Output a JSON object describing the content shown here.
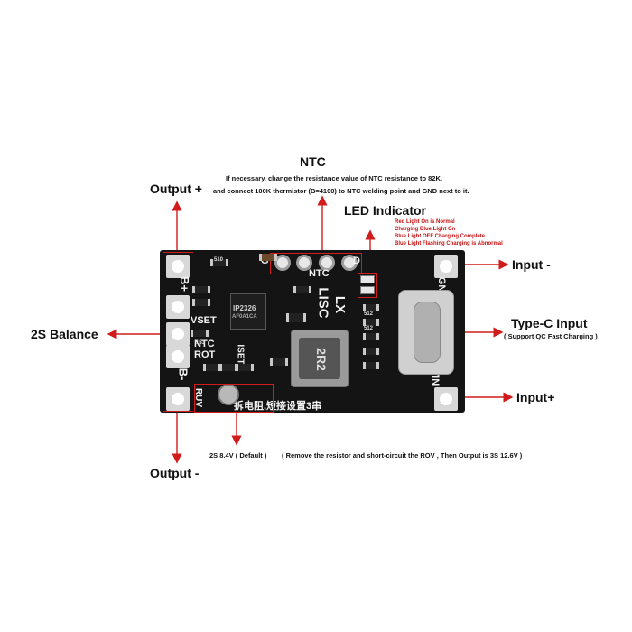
{
  "labels": {
    "ntc_title": "NTC",
    "ntc_note_1": "If necessary, change the resistance value of NTC resistance to 82K,",
    "ntc_note_2": "and connect 100K thermistor (B=4100) to NTC welding point and GND next to it.",
    "output_plus": "Output +",
    "output_minus": "Output -",
    "balance": "2S Balance",
    "led_title": "LED Indicator",
    "led_notes": [
      "Red Light On is Normal",
      "Charging Blue Light On",
      "Blue Light OFF Charging Complete",
      "Blue Light Flashing Charging is Abnormal"
    ],
    "input_minus": "Input -",
    "input_plus": "Input+",
    "typec_title": "Type-C Input",
    "typec_sub": "( Support QC Fast Charging )",
    "bottom_default": "2S 8.4V ( Default )",
    "bottom_note": "( Remove the resistor and short-circuit the ROV , Then Output is 3S 12.6V )"
  },
  "silkscreen": {
    "b_plus": "B+",
    "b_minus": "B-",
    "vset": "VSET",
    "ntc_label": "NTC",
    "rot": "ROT",
    "iset": "ISET",
    "g": "G",
    "d": "D",
    "ntc_top": "NTC",
    "lx": "LX",
    "lisc": "LISC",
    "gnd": "GND",
    "vin": "VIN",
    "ruv": "RUV",
    "chip": "IP2326",
    "chip_sub": "AF0A1CA",
    "inductor": "2R2",
    "chinese": "拆电阻,短接设置3串",
    "r510": "510",
    "r512a": "512",
    "r512b": "512",
    "r153": "153"
  },
  "colors": {
    "arrow_red": "#d11c1c",
    "board": "#141414",
    "led_note": "#c81010"
  }
}
